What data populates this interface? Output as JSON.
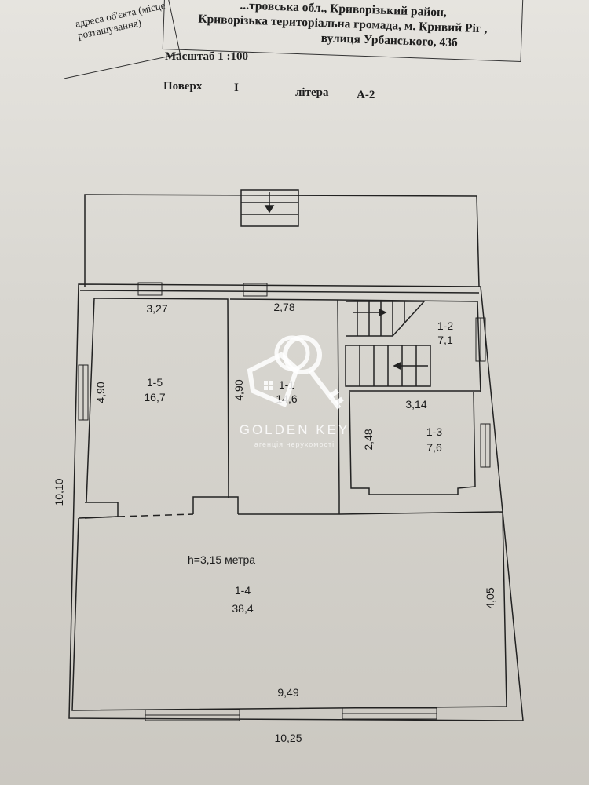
{
  "header": {
    "address_label_line1": "адреса об'єкта (місце",
    "address_label_line2": "розташування)",
    "address_line1": "...тровська обл., Криворізький район,",
    "address_line2": "Криворізька територіальна громада, м. Кривий Ріг ,",
    "address_line3": "вулиця Урбанського, 43б",
    "scale": "Масштаб 1 :100",
    "floor_label": "Поверх",
    "floor_value": "I",
    "letter_label": "літера",
    "letter_value": "А-2"
  },
  "plan": {
    "rooms": [
      {
        "id": "1-5",
        "area": "16,7"
      },
      {
        "id": "1-1",
        "area": "14,6"
      },
      {
        "id": "1-2",
        "area": "7,1"
      },
      {
        "id": "1-3",
        "area": "7,6"
      },
      {
        "id": "1-4",
        "area": "38,4"
      }
    ],
    "dimensions": {
      "d327": "3,27",
      "d278": "2,78",
      "d490a": "4,90",
      "d490b": "4,90",
      "d314": "3,14",
      "d248": "2,48",
      "d1010": "10,10",
      "d405": "4,05",
      "d949": "9,49",
      "d1025": "10,25"
    },
    "height_note": "h=3,15 метра"
  },
  "watermark": {
    "brand": "GOLDEN KEY",
    "tagline": "агенція нерухомості"
  }
}
